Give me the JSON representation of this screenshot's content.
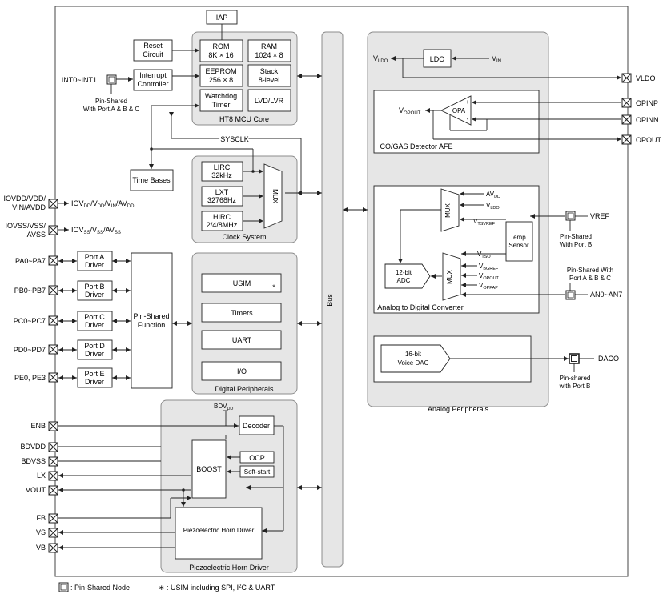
{
  "iap": "IAP",
  "mcu_core": {
    "title": "HT8 MCU Core",
    "rom": [
      "ROM",
      "8K × 16"
    ],
    "ram": [
      "RAM",
      "1024 × 8"
    ],
    "eeprom": [
      "EEPROM",
      "256 × 8"
    ],
    "stack": [
      "Stack",
      "8-level"
    ],
    "watchdog": [
      "Watchdog",
      "Timer"
    ],
    "lvd": "LVD/LVR"
  },
  "reset_circuit": [
    "Reset",
    "Circuit"
  ],
  "interrupt_controller": [
    "Interrupt",
    "Controller"
  ],
  "int_pin": "INT0~INT1",
  "int_pin_shared": [
    "Pin-Shared",
    "With Port A & B & C"
  ],
  "sysclk": "SYSCLK",
  "time_bases": "Time Bases",
  "clock_system": {
    "title": "Clock System",
    "lirc": [
      "LIRC",
      "32kHz"
    ],
    "lxt": [
      "LXT",
      "32768Hz"
    ],
    "hirc": [
      "HIRC",
      "2/4/8MHz"
    ],
    "mux": "MUX"
  },
  "power_pins": {
    "vdd_pin": [
      "IOVDD/VDD/",
      "VIN/AVDD"
    ],
    "vdd_label": {
      "a": "IOV",
      "a_sub": "DD",
      "b": "/V",
      "b_sub": "DD",
      "c": "/V",
      "c_sub": "IN",
      "d": "/AV",
      "d_sub": "DD"
    },
    "vss_pin": [
      "IOVSS/VSS/",
      "AVSS"
    ],
    "vss_label": {
      "a": "IOV",
      "a_sub": "SS",
      "b": "/V",
      "b_sub": "SS",
      "c": "/AV",
      "c_sub": "SS"
    }
  },
  "ports": [
    {
      "pin": "PA0~PA7",
      "label": [
        "Port A",
        "Driver"
      ]
    },
    {
      "pin": "PB0~PB7",
      "label": [
        "Port B",
        "Driver"
      ]
    },
    {
      "pin": "PC0~PC7",
      "label": [
        "Port C",
        "Driver"
      ]
    },
    {
      "pin": "PD0~PD7",
      "label": [
        "Port D",
        "Driver"
      ]
    },
    {
      "pin": "PE0, PE3",
      "label": [
        "Port E",
        "Driver"
      ]
    }
  ],
  "pin_shared_function": [
    "Pin-Shared",
    "Function"
  ],
  "digital_peripherals": {
    "title": "Digital Peripherals",
    "usim": "USIM",
    "usim_mark": "*",
    "timers": "Timers",
    "uart": "UART",
    "io": "I/O"
  },
  "bus": "Bus",
  "analog_peripherals": {
    "title": "Analog Peripherals",
    "ldo": "LDO",
    "vldo": {
      "v": "V",
      "sub": "LDO"
    },
    "vin": {
      "v": "V",
      "sub": "IN"
    },
    "vldo_pin": "VLDO",
    "afe_title": "CO/GAS Detector AFE",
    "opa": "OPA",
    "vopout": {
      "v": "V",
      "sub": "OPOUT"
    },
    "plus": "+",
    "minus": "-",
    "opinp": "OPINP",
    "opinn": "OPINN",
    "opout": "OPOUT",
    "adc_title": "Analog to Digital Converter",
    "mux": "MUX",
    "avdd": {
      "v": "AV",
      "sub": "DD"
    },
    "vldo2": {
      "v": "V",
      "sub": "LDO"
    },
    "vtsvref": {
      "v": "V",
      "sub": "TSVREF"
    },
    "vref_pin": "VREF",
    "vref_shared": [
      "Pin-Shared",
      "With Port B"
    ],
    "temp_sensor": [
      "Temp.",
      "Sensor"
    ],
    "vtso": {
      "v": "V",
      "sub": "TSO"
    },
    "vbgref": {
      "v": "V",
      "sub": "BGREF"
    },
    "vopout2": {
      "v": "V",
      "sub": "OPOUT"
    },
    "voppap": {
      "v": "V",
      "sub": "OPPAP"
    },
    "adc": [
      "12-bit",
      "ADC"
    ],
    "an_shared": [
      "Pin-Shared With",
      "Port A & B & C"
    ],
    "an_pin": "AN0~AN7",
    "dac": [
      "16-bit",
      "Voice DAC"
    ],
    "daco_pin": "DACO",
    "daco_shared": [
      "Pin-shared",
      "with Port B"
    ]
  },
  "piezo": {
    "title": "Piezoelectric Horn Driver",
    "bdvdd_label": {
      "v": "BDV",
      "sub": "DD"
    },
    "decoder": "Decoder",
    "boost": "BOOST",
    "ocp": "OCP",
    "soft_start": "Soft-start",
    "horn_driver": "Piezoelectric Horn Driver",
    "pins": [
      "ENB",
      "BDVDD",
      "BDVSS",
      "LX",
      "VOUT",
      "FB",
      "VS",
      "VB"
    ]
  },
  "legend": {
    "pin_shared": ": Pin-Shared Node",
    "usim_note": {
      "a": "∗ : USIM including SPI, I",
      "sup": "2",
      "b": "C & UART"
    }
  }
}
